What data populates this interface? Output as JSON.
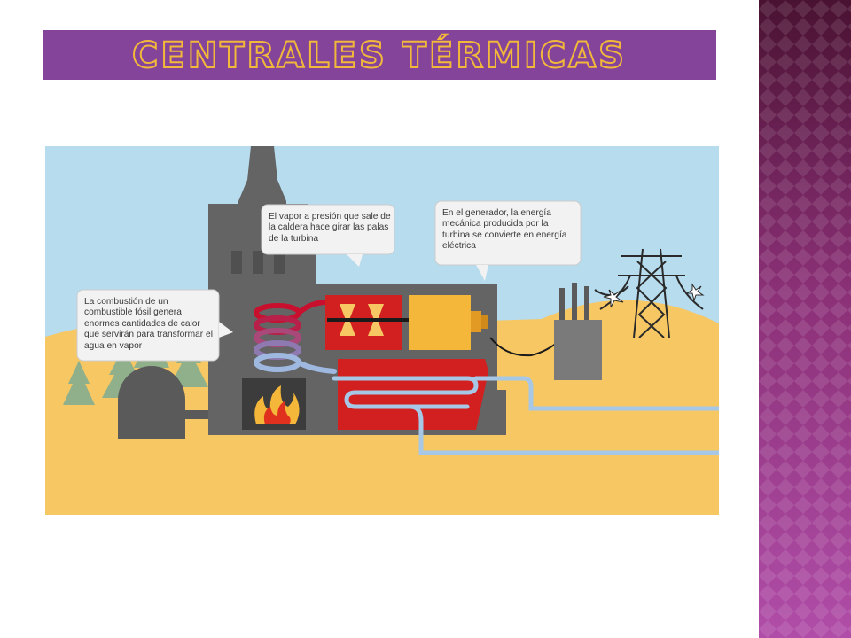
{
  "title": "CENTRALES TÉRMICAS",
  "diagram": {
    "callouts": {
      "combustion": "La combustión de un combustible fósil genera enormes cantidades de calor que servirán para transformar el agua en vapor",
      "vapor": "El vapor a presión que sale de la caldera hace girar las palas de la turbina",
      "generator": "En el generador, la energía mecánica producida por la turbina se convierte en energía eléctrica"
    }
  },
  "colors": {
    "title_bg": "#84449a",
    "title_outline": "#f2b83a",
    "sky": "#b6dcee",
    "ground": "#f6c763",
    "building": "#646464",
    "turbine": "#d21f1f",
    "generator": "#f4b73a",
    "water_pipe": "#a6c8e6",
    "side_strip_dark": "#4a1232",
    "side_strip_light": "#b04da8"
  }
}
